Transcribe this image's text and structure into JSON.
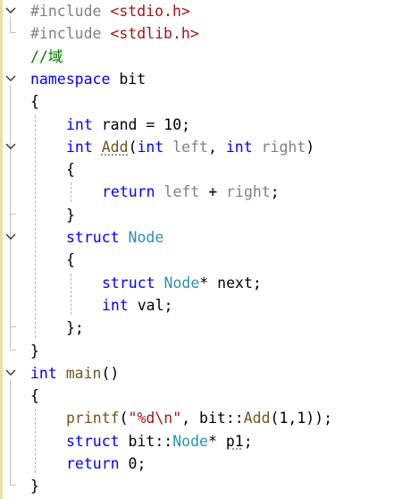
{
  "colors": {
    "keyword": "#0000ff",
    "preproc": "#808080",
    "include_path": "#a31515",
    "string": "#a31515",
    "comment": "#008000",
    "type": "#2b91af",
    "function": "#74531f",
    "param": "#808080",
    "plain": "#000000",
    "macro": "#6f008a",
    "change_bar": "#e8e2a0"
  },
  "icons": {
    "fold_expanded": "chevron-down-icon"
  },
  "lines": [
    {
      "indent": 0,
      "fold": true,
      "tokens": [
        {
          "t": "#include ",
          "c": "preproc"
        },
        {
          "t": "<stdio.h>",
          "c": "include_path"
        }
      ]
    },
    {
      "indent": 0,
      "fold": false,
      "tokens": [
        {
          "t": "#include ",
          "c": "preproc"
        },
        {
          "t": "<stdlib.h>",
          "c": "include_path"
        }
      ]
    },
    {
      "indent": 0,
      "fold": false,
      "tokens": [
        {
          "t": "//域",
          "c": "comment"
        }
      ]
    },
    {
      "indent": 0,
      "fold": true,
      "tokens": [
        {
          "t": "namespace",
          "c": "keyword"
        },
        {
          "t": " bit",
          "c": "plain"
        }
      ]
    },
    {
      "indent": 0,
      "fold": false,
      "tokens": [
        {
          "t": "{",
          "c": "plain"
        }
      ]
    },
    {
      "indent": 1,
      "fold": false,
      "tokens": [
        {
          "t": "int",
          "c": "keyword"
        },
        {
          "t": " rand = 10;",
          "c": "plain"
        }
      ]
    },
    {
      "indent": 1,
      "fold": true,
      "tokens": [
        {
          "t": "int",
          "c": "keyword"
        },
        {
          "t": " ",
          "c": "plain"
        },
        {
          "t": "Add",
          "c": "function",
          "squiggle": true
        },
        {
          "t": "(",
          "c": "plain"
        },
        {
          "t": "int",
          "c": "keyword"
        },
        {
          "t": " ",
          "c": "plain"
        },
        {
          "t": "left",
          "c": "param"
        },
        {
          "t": ", ",
          "c": "plain"
        },
        {
          "t": "int",
          "c": "keyword"
        },
        {
          "t": " ",
          "c": "plain"
        },
        {
          "t": "right",
          "c": "param"
        },
        {
          "t": ")",
          "c": "plain"
        }
      ]
    },
    {
      "indent": 1,
      "fold": false,
      "tokens": [
        {
          "t": "{",
          "c": "plain"
        }
      ]
    },
    {
      "indent": 2,
      "fold": false,
      "tokens": [
        {
          "t": "return",
          "c": "keyword"
        },
        {
          "t": " ",
          "c": "plain"
        },
        {
          "t": "left",
          "c": "param"
        },
        {
          "t": " + ",
          "c": "plain"
        },
        {
          "t": "right",
          "c": "param"
        },
        {
          "t": ";",
          "c": "plain"
        }
      ]
    },
    {
      "indent": 1,
      "fold": false,
      "tokens": [
        {
          "t": "}",
          "c": "plain"
        }
      ]
    },
    {
      "indent": 1,
      "fold": true,
      "tokens": [
        {
          "t": "struct",
          "c": "keyword"
        },
        {
          "t": " ",
          "c": "plain"
        },
        {
          "t": "Node",
          "c": "type"
        }
      ]
    },
    {
      "indent": 1,
      "fold": false,
      "tokens": [
        {
          "t": "{",
          "c": "plain"
        }
      ]
    },
    {
      "indent": 2,
      "fold": false,
      "tokens": [
        {
          "t": "struct",
          "c": "keyword"
        },
        {
          "t": " ",
          "c": "plain"
        },
        {
          "t": "Node",
          "c": "type"
        },
        {
          "t": "* next;",
          "c": "plain"
        }
      ]
    },
    {
      "indent": 2,
      "fold": false,
      "tokens": [
        {
          "t": "int",
          "c": "keyword"
        },
        {
          "t": " val;",
          "c": "plain"
        }
      ]
    },
    {
      "indent": 1,
      "fold": false,
      "tokens": [
        {
          "t": "};",
          "c": "plain"
        }
      ]
    },
    {
      "indent": 0,
      "fold": false,
      "tokens": [
        {
          "t": "}",
          "c": "plain"
        }
      ]
    },
    {
      "indent": 0,
      "fold": true,
      "tokens": [
        {
          "t": "int",
          "c": "keyword"
        },
        {
          "t": " ",
          "c": "plain"
        },
        {
          "t": "main",
          "c": "function"
        },
        {
          "t": "()",
          "c": "plain"
        }
      ]
    },
    {
      "indent": 0,
      "fold": false,
      "tokens": [
        {
          "t": "{",
          "c": "plain"
        }
      ]
    },
    {
      "indent": 1,
      "fold": false,
      "tokens": [
        {
          "t": "printf",
          "c": "function"
        },
        {
          "t": "(",
          "c": "plain"
        },
        {
          "t": "\"%d\\n\"",
          "c": "string"
        },
        {
          "t": ", bit::",
          "c": "plain"
        },
        {
          "t": "Add",
          "c": "function"
        },
        {
          "t": "(1,1));",
          "c": "plain"
        }
      ]
    },
    {
      "indent": 1,
      "fold": false,
      "tokens": [
        {
          "t": "struct",
          "c": "keyword"
        },
        {
          "t": " bit::",
          "c": "plain"
        },
        {
          "t": "Node",
          "c": "type"
        },
        {
          "t": "* ",
          "c": "plain"
        },
        {
          "t": "p1",
          "c": "plain",
          "squiggle": true
        },
        {
          "t": ";",
          "c": "plain"
        }
      ]
    },
    {
      "indent": 1,
      "fold": false,
      "tokens": [
        {
          "t": "return",
          "c": "keyword"
        },
        {
          "t": " 0;",
          "c": "plain"
        }
      ]
    },
    {
      "indent": 0,
      "fold": false,
      "tokens": [
        {
          "t": "}",
          "c": "plain"
        }
      ]
    }
  ]
}
